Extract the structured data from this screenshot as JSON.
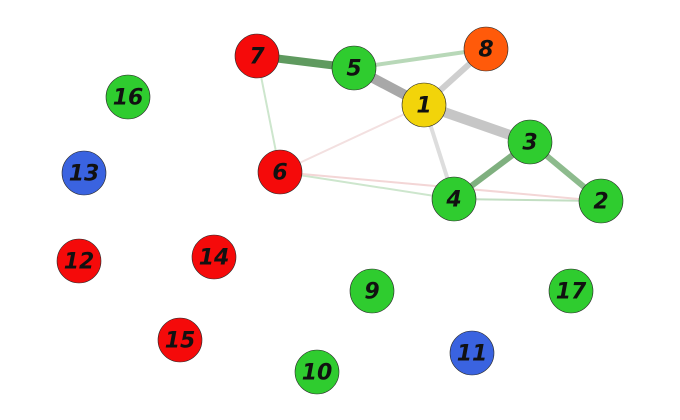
{
  "graph": {
    "node_colors": {
      "green": "#2fcc2f",
      "red": "#f50a0a",
      "orange": "#ff5a0a",
      "yellow": "#f2d40a",
      "blue": "#3a63e0"
    },
    "nodes": [
      {
        "id": "1",
        "label": "1",
        "color": "yellow"
      },
      {
        "id": "2",
        "label": "2",
        "color": "green"
      },
      {
        "id": "3",
        "label": "3",
        "color": "green"
      },
      {
        "id": "4",
        "label": "4",
        "color": "green"
      },
      {
        "id": "5",
        "label": "5",
        "color": "green"
      },
      {
        "id": "6",
        "label": "6",
        "color": "red"
      },
      {
        "id": "7",
        "label": "7",
        "color": "red"
      },
      {
        "id": "8",
        "label": "8",
        "color": "orange"
      },
      {
        "id": "9",
        "label": "9",
        "color": "green"
      },
      {
        "id": "10",
        "label": "10",
        "color": "green"
      },
      {
        "id": "11",
        "label": "11",
        "color": "blue"
      },
      {
        "id": "12",
        "label": "12",
        "color": "red"
      },
      {
        "id": "13",
        "label": "13",
        "color": "blue"
      },
      {
        "id": "14",
        "label": "14",
        "color": "red"
      },
      {
        "id": "15",
        "label": "15",
        "color": "red"
      },
      {
        "id": "16",
        "label": "16",
        "color": "green"
      },
      {
        "id": "17",
        "label": "17",
        "color": "green"
      }
    ],
    "edges": [
      {
        "source": "7",
        "target": "5",
        "color": "#5f9a5f",
        "weight": 4
      },
      {
        "source": "5",
        "target": "1",
        "color": "#a8a8a8",
        "weight": 5
      },
      {
        "source": "5",
        "target": "8",
        "color": "#b8d8b8",
        "weight": 2
      },
      {
        "source": "8",
        "target": "1",
        "color": "#cfcfcf",
        "weight": 3
      },
      {
        "source": "1",
        "target": "3",
        "color": "#c6c6c6",
        "weight": 5
      },
      {
        "source": "1",
        "target": "4",
        "color": "#dddddd",
        "weight": 2
      },
      {
        "source": "3",
        "target": "4",
        "color": "#7fb07f",
        "weight": 3
      },
      {
        "source": "3",
        "target": "2",
        "color": "#8dbb8d",
        "weight": 3
      },
      {
        "source": "4",
        "target": "2",
        "color": "#c2dec2",
        "weight": 1
      },
      {
        "source": "7",
        "target": "6",
        "color": "#cde6cd",
        "weight": 1
      },
      {
        "source": "6",
        "target": "4",
        "color": "#cde6cd",
        "weight": 1
      },
      {
        "source": "6",
        "target": "1",
        "color": "#f3e0e0",
        "weight": 1
      },
      {
        "source": "6",
        "target": "2",
        "color": "#f3d6d6",
        "weight": 1
      }
    ]
  }
}
